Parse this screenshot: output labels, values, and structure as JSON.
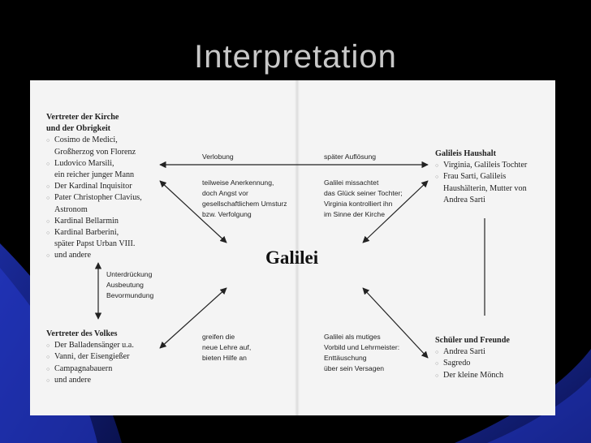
{
  "slide": {
    "title": "Interpretation"
  },
  "diagram": {
    "center": "Galilei",
    "church": {
      "heading": "Vertreter der Kirche\nund der Obrigkeit",
      "items": [
        "Cosimo de Medici,\nGroßherzog von Florenz",
        "Ludovico Marsili,\nein reicher junger Mann",
        "Der Kardinal Inquisitor",
        "Pater Christopher Clavius,\nAstronom",
        "Kardinal Bellarmin",
        "Kardinal Barberini,\nspäter Papst Urban VIII.",
        "und andere"
      ]
    },
    "household": {
      "heading": "Galileis Haushalt",
      "items": [
        "Virginia, Galileis Tochter",
        "Frau Sarti, Galileis\nHaushälterin, Mutter von\nAndrea Sarti"
      ]
    },
    "people": {
      "heading": "Vertreter des Volkes",
      "items": [
        "Der Balladensänger u.a.",
        "Vanni, der Eisengießer",
        "Campagnabauern",
        "und andere"
      ]
    },
    "students": {
      "heading": "Schüler und Freunde",
      "items": [
        "Andrea Sarti",
        "Sagredo",
        "Der kleine Mönch"
      ]
    },
    "labels": {
      "engagement": "Verlobung",
      "later_dissolution": "später Auflösung",
      "partial_recognition": "teilweise Anerkennung,\ndoch Angst vor\ngesellschaftlichem Umsturz\nbzw. Verfolgung",
      "disregards_daughter": "Galilei missachtet\ndas Glück seiner Tochter;\nVirginia kontrolliert ihn\nim Sinne der Kirche",
      "oppression": "Unterdrückung\nAusbeutung\nBevormundung",
      "adopt_teaching": "greifen die\nneue Lehre auf,\nbieten Hilfe an",
      "role_model": "Galilei als mutiges\nVorbild und Lehrmeister:\nEnttäuschung\nüber sein Versagen"
    }
  }
}
